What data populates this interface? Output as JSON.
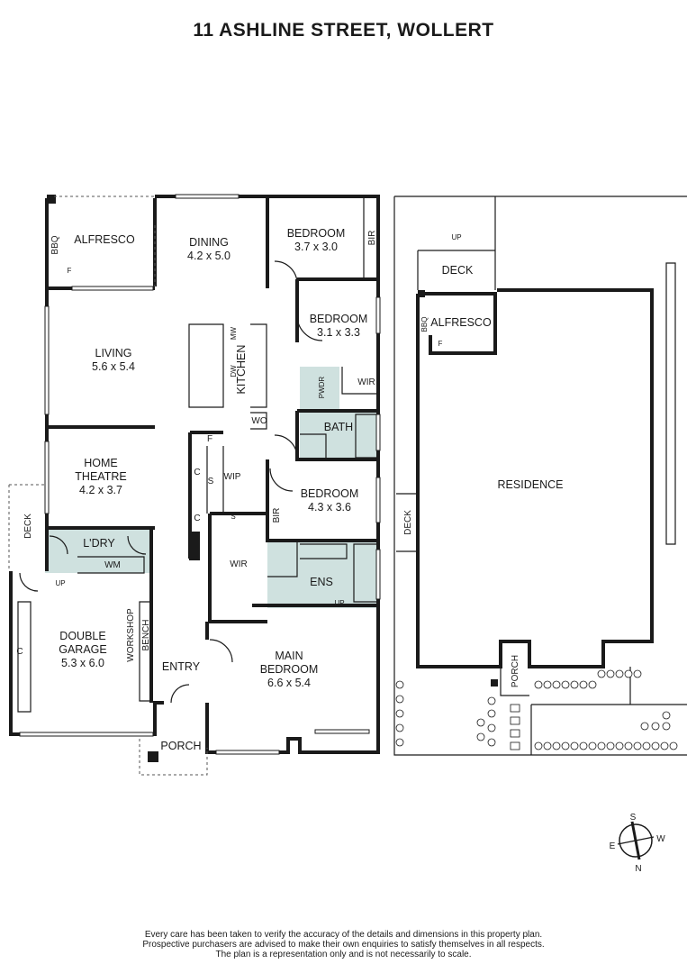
{
  "title": "11 ASHLINE STREET, WOLLERT",
  "rooms": {
    "alfresco": "ALFRESCO",
    "bbq": "BBQ",
    "f": "F",
    "dining": "DINING",
    "dining_dim": "4.2 x 5.0",
    "bedroom": "BEDROOM",
    "bed1_dim": "3.7 x 3.0",
    "bed2_dim": "3.1 x 3.3",
    "bed3_dim": "4.3 x 3.6",
    "bir": "BIR",
    "living": "LIVING",
    "living_dim": "5.6 x 5.4",
    "kitchen": "KITCHEN",
    "mw": "MW",
    "dw": "DW",
    "wo": "WO",
    "pwdr": "PWDR",
    "wir": "WIR",
    "bath": "BATH",
    "home_theatre_1": "HOME",
    "home_theatre_2": "THEATRE",
    "home_theatre_dim": "4.2 x 3.7",
    "c": "C",
    "s": "S",
    "wip": "WIP",
    "deck": "DECK",
    "laundry": "L'DRY",
    "wm": "WM",
    "up": "UP",
    "ens": "ENS",
    "double_garage_1": "DOUBLE",
    "double_garage_2": "GARAGE",
    "double_garage_dim": "5.3 x 6.0",
    "workshop": "WORKSHOP",
    "bench": "BENCH",
    "entry": "ENTRY",
    "main_bedroom_1": "MAIN",
    "main_bedroom_2": "BEDROOM",
    "main_bedroom_dim": "6.6 x 5.4",
    "porch": "PORCH"
  },
  "site": {
    "up": "UP",
    "deck": "DECK",
    "alfresco": "ALFRESCO",
    "bbq": "BBQ",
    "f": "F",
    "residence": "RESIDENCE",
    "deck_side": "DECK",
    "porch": "PORCH"
  },
  "compass": {
    "s": "S",
    "w": "W",
    "e": "E",
    "n": "N"
  },
  "disclaimer": [
    "Every care has been taken to verify the accuracy of the details and dimensions in this property plan.",
    "Prospective purchasers are advised to make their own enquiries to satisfy themselves in all respects.",
    "The plan is a representation only and is not necessarily to scale."
  ]
}
